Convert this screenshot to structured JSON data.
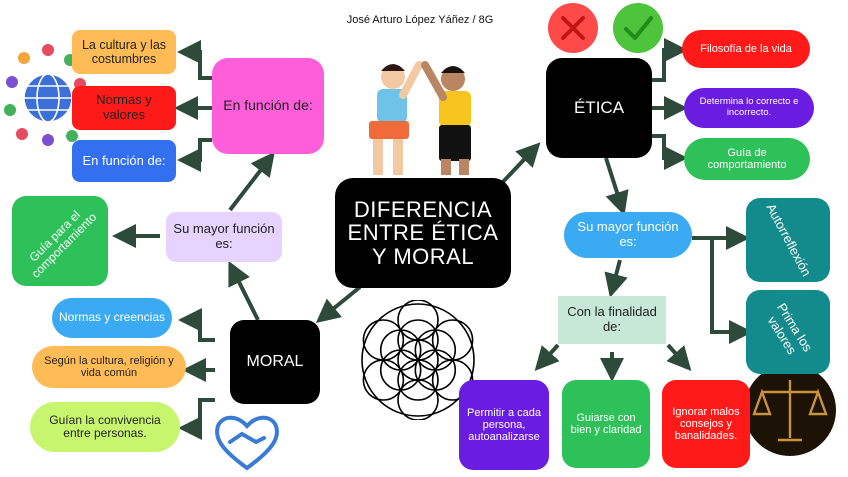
{
  "author": "José Arturo López Yáñez / 8G",
  "center": "DIFERENCIA ENTRE ÉTICA Y MORAL",
  "etica": {
    "title": "ÉTICA",
    "branches": [
      "Filosofía de la vida",
      "Determina lo correcto e incorrecto.",
      "Guía de comportamiento"
    ],
    "function_label": "Su mayor función es:",
    "functions": [
      "Autorreflexión",
      "Prima los valores"
    ],
    "purpose_label": "Con la finalidad de:",
    "purposes": [
      "Permitir a cada persona, autoanalizarse",
      "Guiarse con bien y claridad",
      "Ignorar malos consejos y banalidades."
    ]
  },
  "moral": {
    "title": "MORAL",
    "branches": [
      "Normas y creencias",
      "Según la cultura, religión y vida común",
      "Guían la convivencia entre personas."
    ],
    "function_label": "Su mayor función es:",
    "function": "Guía para el comportamiento",
    "depends_label": "En función de:",
    "depends": [
      "La cultura y las costumbres",
      "Normas y valores",
      "En función de:"
    ]
  },
  "colors": {
    "center": "#000000",
    "pink": "#ff5edb",
    "lavender": "#e6d3ff",
    "orange": "#ffbb55",
    "red": "#ff1a1a",
    "blue": "#3370f0",
    "green": "#2ec15a",
    "purple": "#6a1de0",
    "teal": "#138a8c",
    "sky": "#3aabf2",
    "mint": "#c7e8d7",
    "lime": "#c8f56e",
    "arrow": "#2d4a3a"
  },
  "icons": [
    "cross-icon",
    "check-icon",
    "people-globe-icon",
    "high-five-icon",
    "sacred-geometry-icon",
    "handshake-heart-icon",
    "scales-icon"
  ]
}
